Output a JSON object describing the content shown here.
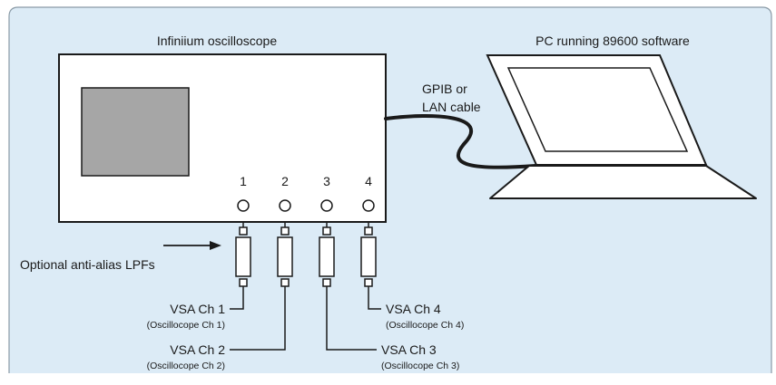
{
  "labels": {
    "scope_title": "Infiniium oscilloscope",
    "pc_title": "PC running 89600 software",
    "cable_line1": "GPIB or",
    "cable_line2": "LAN cable",
    "lpf_label": "Optional anti-alias LPFs"
  },
  "channel_numbers": [
    "1",
    "2",
    "3",
    "4"
  ],
  "vsa_channels": [
    {
      "name": "VSA Ch 1",
      "sub": "(Oscillocope Ch 1)"
    },
    {
      "name": "VSA Ch 2",
      "sub": "(Oscillocope Ch 2)"
    },
    {
      "name": "VSA Ch 3",
      "sub": "(Oscillocope Ch 3)"
    },
    {
      "name": "VSA Ch 4",
      "sub": "(Oscillocope Ch 4)"
    }
  ],
  "colors": {
    "panel_bg": "#dcebf6",
    "panel_border": "#8a9aa6",
    "box_fill": "#ffffff",
    "screen_fill": "#a6a6a6",
    "line": "#1a1a1a"
  }
}
